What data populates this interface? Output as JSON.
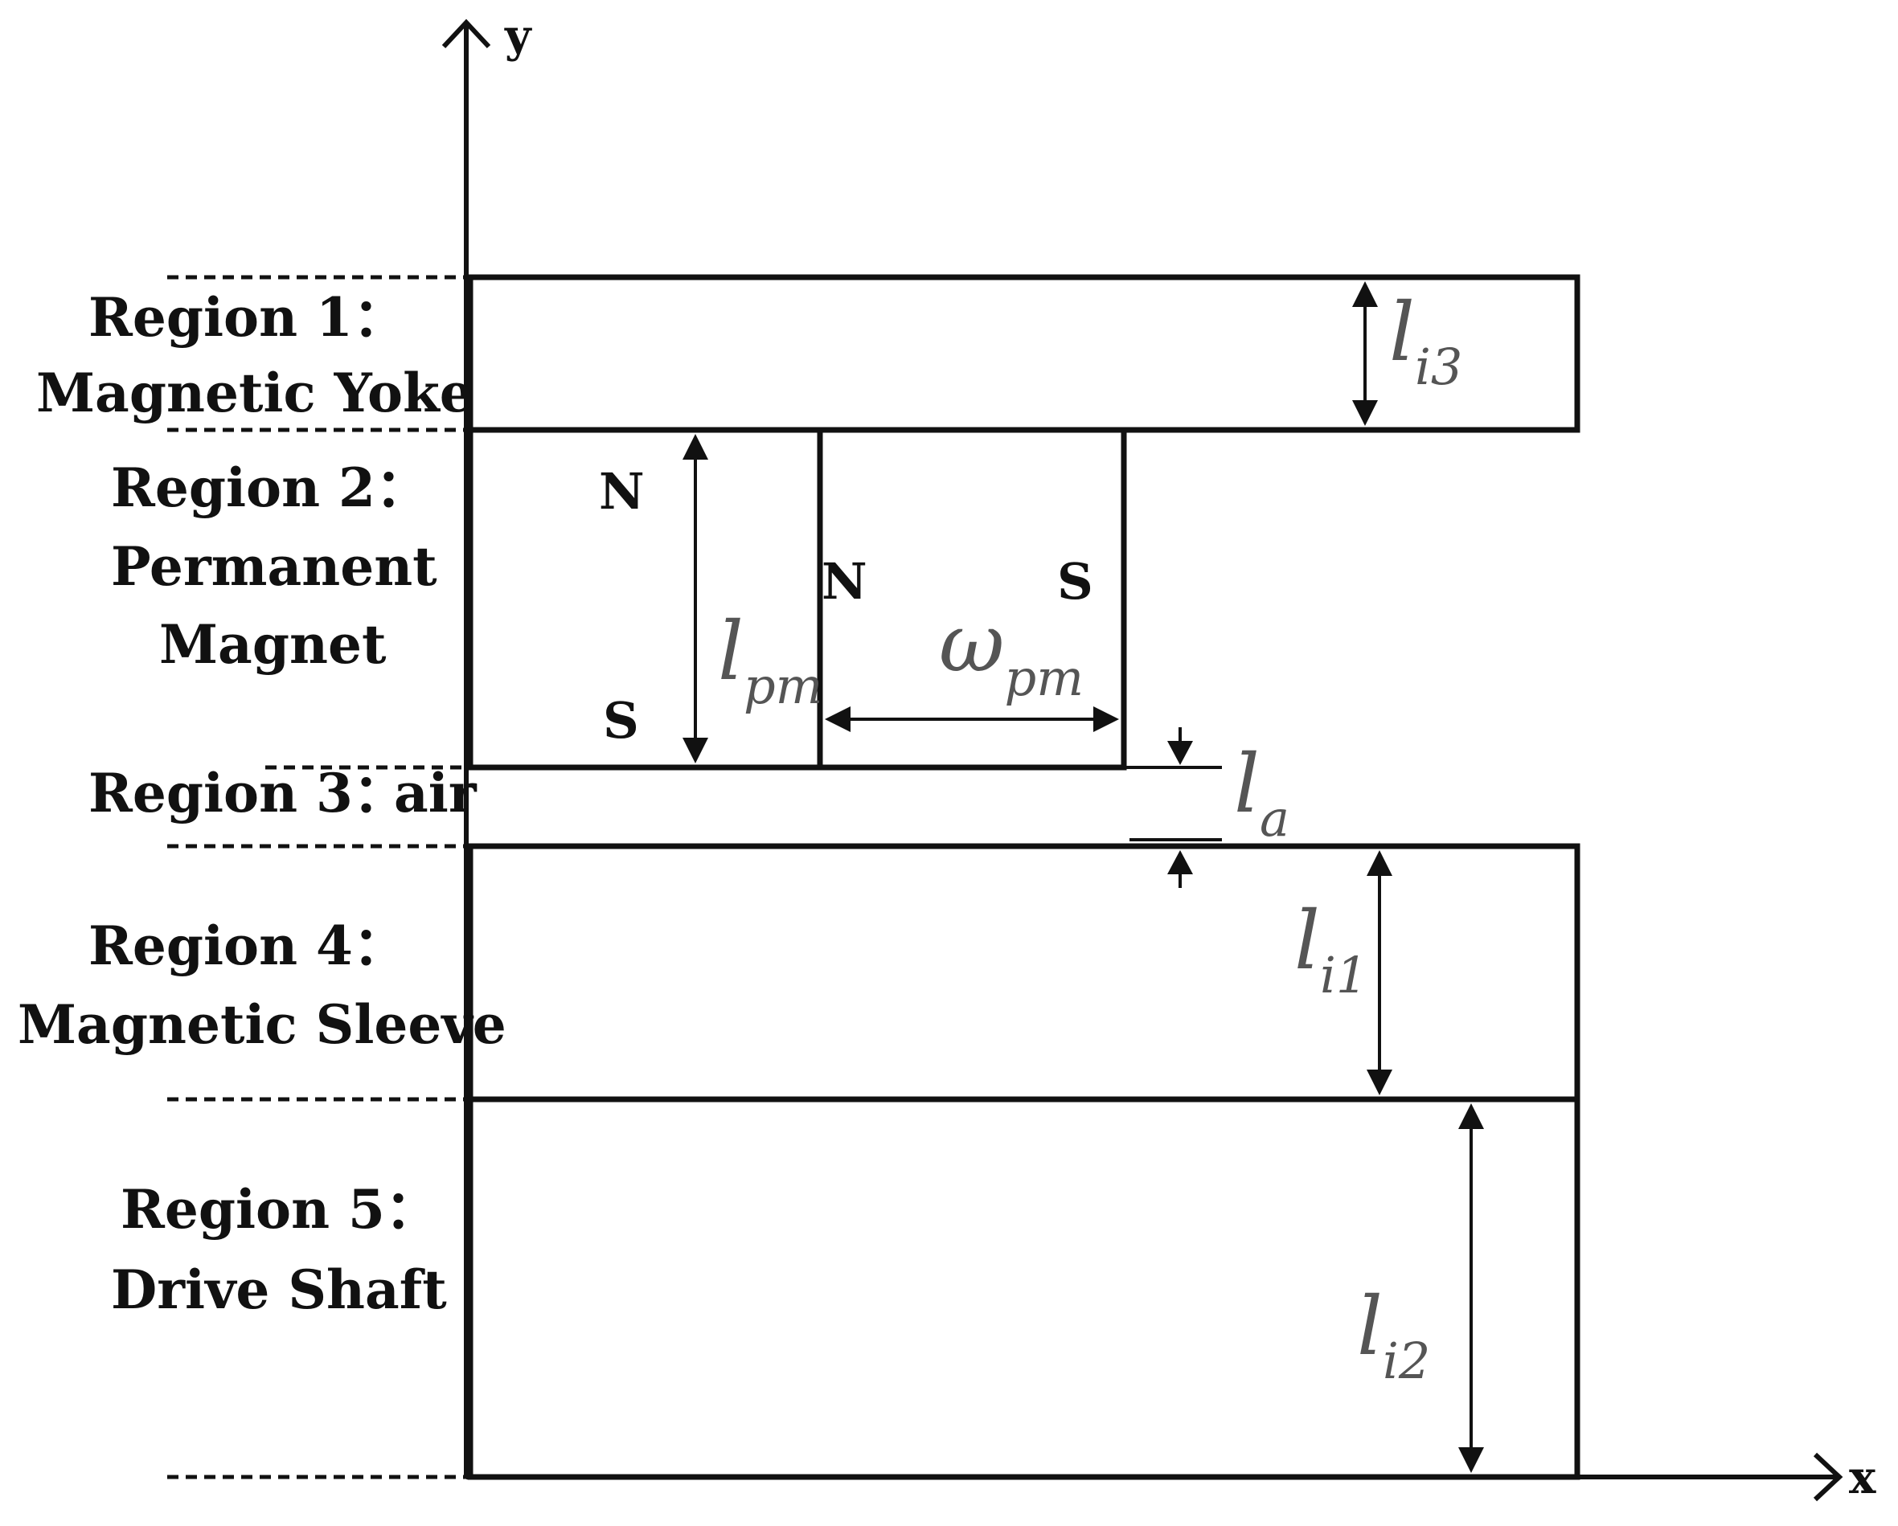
{
  "axes": {
    "x_label": "x",
    "y_label": "y"
  },
  "regions": [
    {
      "name": "Region 1：",
      "desc": "Magnetic Yoke"
    },
    {
      "name": "Region 2：",
      "desc_line1": "Permanent",
      "desc_line2": "Magnet"
    },
    {
      "name": "Region 3：",
      "desc": "air"
    },
    {
      "name": "Region 4：",
      "desc": "Magnetic Sleeve"
    },
    {
      "name": "Region 5：",
      "desc": "Drive Shaft"
    }
  ],
  "poles": {
    "left_top": "N",
    "left_bottom": "S",
    "right_left": "N",
    "right_right": "S"
  },
  "dimensions": {
    "l_i3": {
      "base": "l",
      "sub": "i3"
    },
    "l_pm": {
      "base": "l",
      "sub": "pm"
    },
    "w_pm": {
      "base": "ω",
      "sub": "pm"
    },
    "l_a": {
      "base": "l",
      "sub": "a"
    },
    "l_i1": {
      "base": "l",
      "sub": "i1"
    },
    "l_i2": {
      "base": "l",
      "sub": "i2"
    }
  }
}
